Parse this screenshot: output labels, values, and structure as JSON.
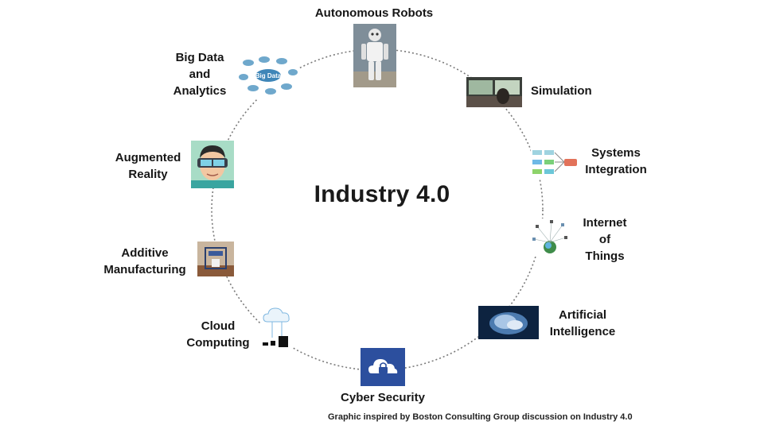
{
  "title": "Industry 4.0",
  "nodes": [
    {
      "id": "autonomous-robots",
      "label": "Autonomous Robots",
      "icon": "robot-icon"
    },
    {
      "id": "simulation",
      "label": "Simulation",
      "icon": "simulation-screens-icon"
    },
    {
      "id": "systems-integration",
      "label": "Systems\nIntegration",
      "icon": "flowchart-icon"
    },
    {
      "id": "internet-of-things",
      "label": "Internet\nof\nThings",
      "icon": "globe-network-icon"
    },
    {
      "id": "artificial-intelligence",
      "label": "Artificial\nIntelligence",
      "icon": "brain-icon"
    },
    {
      "id": "cyber-security",
      "label": "Cyber Security",
      "icon": "cloud-lock-icon"
    },
    {
      "id": "cloud-computing",
      "label": "Cloud\nComputing",
      "icon": "cloud-devices-icon"
    },
    {
      "id": "additive-manufacturing",
      "label": "Additive\nManufacturing",
      "icon": "3d-printer-icon"
    },
    {
      "id": "augmented-reality",
      "label": "Augmented\nReality",
      "icon": "vr-headset-person-icon"
    },
    {
      "id": "big-data",
      "label": "Big Data\nand\nAnalytics",
      "icon": "data-clouds-icon",
      "icon_text": "Big Data"
    }
  ],
  "caption": "Graphic inspired by Boston Consulting Group discussion on Industry 4.0"
}
